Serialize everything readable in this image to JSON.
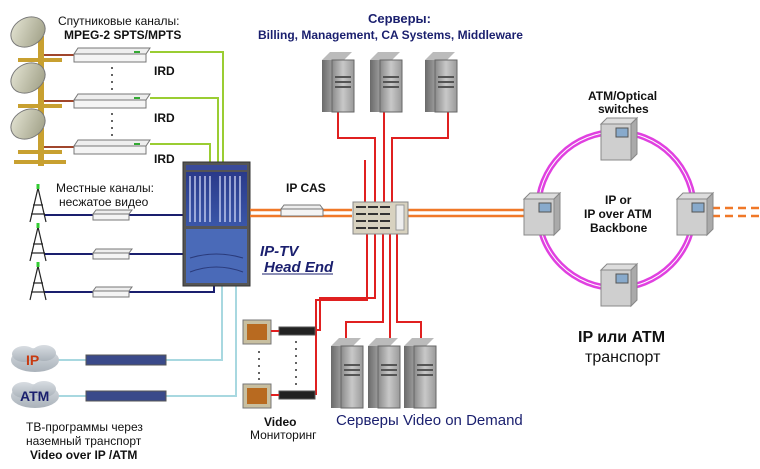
{
  "diagram": {
    "title_satellite": "Спутниковые каналы:",
    "subtitle_satellite": "MPEG-2 SPTS/MPTS",
    "ird_labels": [
      "IRD",
      "IRD",
      "IRD"
    ],
    "local_title": "Местные каналы:",
    "local_subtitle": "несжатое видео",
    "servers_title": "Серверы:",
    "servers_subtitle": "Billing, Management,  CA Systems, Middleware",
    "ipcas_label": "IP CAS",
    "headend_line1": "IP-TV",
    "headend_line2": "Head End",
    "switches_line1": "ATM/Optical",
    "switches_line2": "switches",
    "backbone_line1": "IP or",
    "backbone_line2": "IP over ATM",
    "backbone_line3": "Backbone",
    "transport_line1": "IP или  ATM",
    "transport_line2": "транспорт",
    "cloud_ip": "IP",
    "cloud_atm": "ATM",
    "terrestrial_line1": "ТВ-программы через",
    "terrestrial_line2": "наземный транспорт",
    "terrestrial_line3": "Video over IP /ATM",
    "monitor_line1": "Video",
    "monitor_line2": "Мониторинг",
    "vod_title": "Серверы Video on Demand",
    "colors": {
      "satellite_link": "#a0462c",
      "ird_to_headend": "#9acd32",
      "local_link": "#1a1f6e",
      "terrestrial_link": "#a8d8e0",
      "ip_link": "#f07828",
      "server_link": "#e02020",
      "ring": "#e040e0",
      "label_navy": "#1a1f6e",
      "cloud_ip_text": "#c83a10",
      "cloud_atm_text": "#1a1f6e"
    }
  }
}
